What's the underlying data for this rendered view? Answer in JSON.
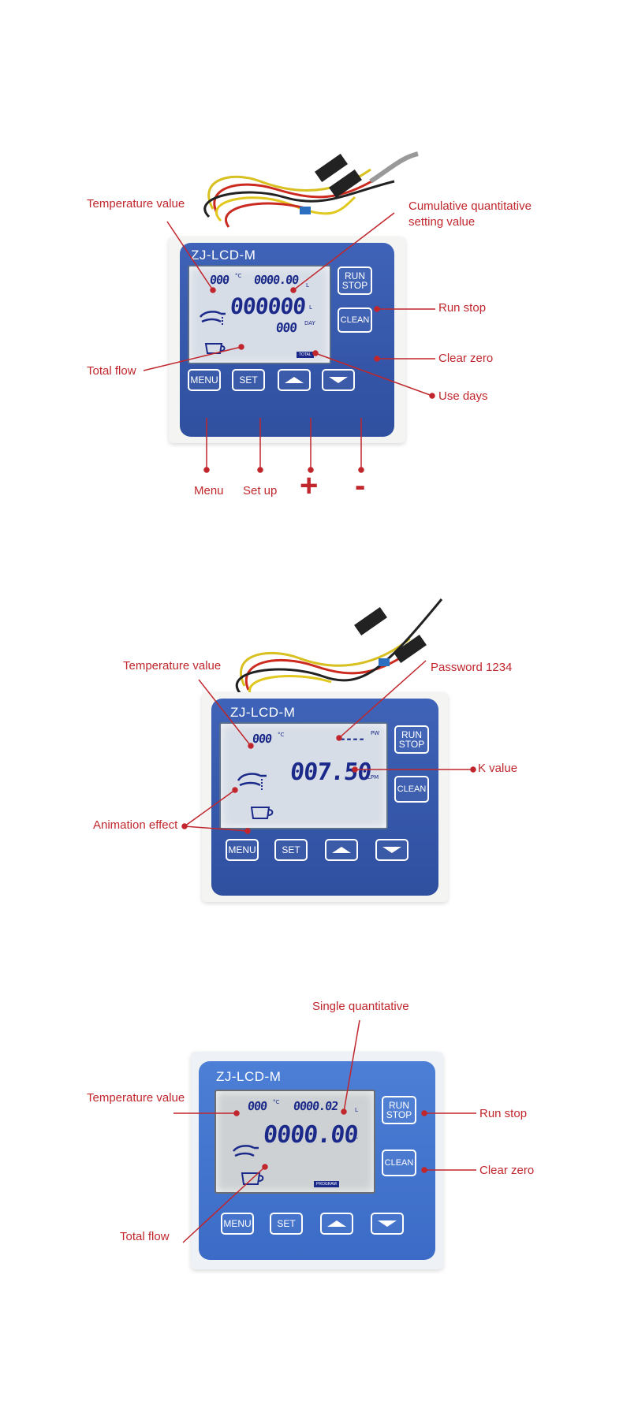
{
  "model": "ZJ-LCD-M",
  "buttons": {
    "run_stop": "RUN\nSTOP",
    "clean": "CLEAN",
    "menu": "MENU",
    "set": "SET"
  },
  "panel1": {
    "display": {
      "temp": "000",
      "cumulative": "0000.00",
      "total": "000000",
      "days": "000"
    },
    "units": {
      "celsius": "°C",
      "liters": "L",
      "day": "DAY",
      "total_tag": "TOTAL"
    },
    "labels": {
      "temperature": "Temperature value",
      "cumulative": "Cumulative quantitative\nsetting value",
      "run_stop": "Run stop",
      "total_flow": "Total flow",
      "clear_zero": "Clear zero",
      "use_days": "Use days",
      "menu": "Menu",
      "set_up": "Set up",
      "plus": "+",
      "minus": "-"
    }
  },
  "panel2": {
    "display": {
      "temp": "000",
      "password": "----",
      "k_value": "007.50"
    },
    "units": {
      "celsius": "°C",
      "pw": "PW",
      "lpm": "LPM"
    },
    "labels": {
      "temperature": "Temperature value",
      "password": "Password 1234",
      "k_value": "K value",
      "animation": "Animation effect"
    }
  },
  "panel3": {
    "display": {
      "temp": "000",
      "single": "0000.02",
      "total": "0000.00"
    },
    "units": {
      "celsius": "°C",
      "liters": "L",
      "tag": "PROGRAM"
    },
    "labels": {
      "single": "Single quantitative",
      "temperature": "Temperature value",
      "run_stop": "Run stop",
      "clear_zero": "Clear zero",
      "total_flow": "Total flow"
    }
  },
  "colors": {
    "label": "#c0262c",
    "face": "#34559f",
    "lcd_text": "#1b2a8a"
  }
}
